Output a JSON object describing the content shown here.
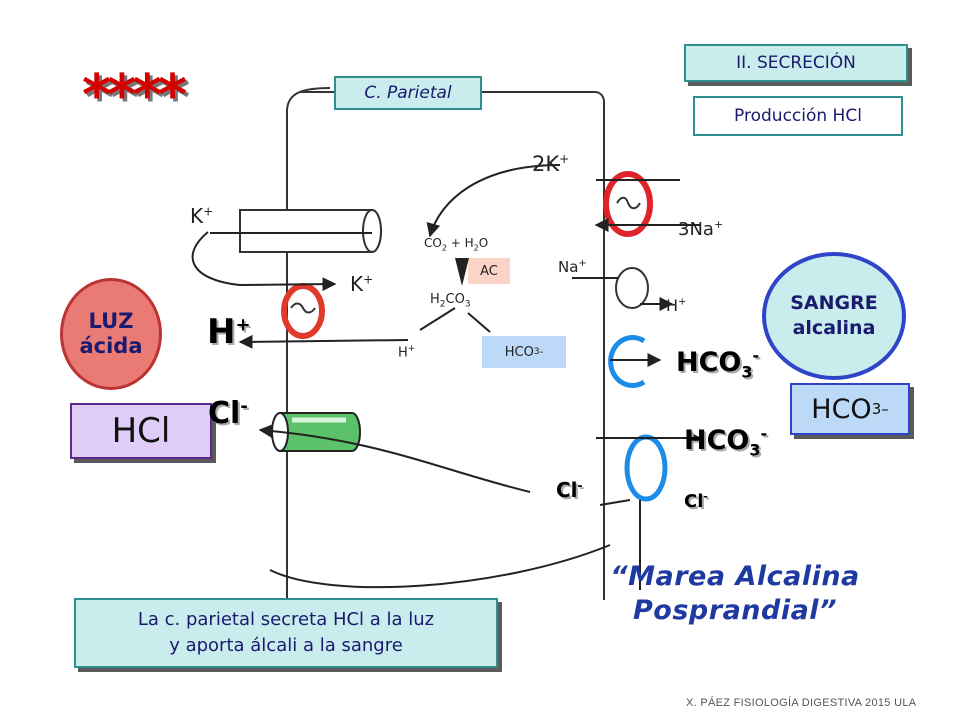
{
  "title": {
    "section": "II. SECRECIÓN",
    "subtitle": "Producción HCl",
    "stars": "****"
  },
  "cell": {
    "label": "C. Parietal"
  },
  "lumen": {
    "line1": "LUZ",
    "line2": "ácida",
    "hcl": "HCl",
    "color": "#e97a74"
  },
  "blood": {
    "line1": "SANGRE",
    "line2": "alcalina",
    "hco3": "HCO",
    "hco3_sub": "3",
    "hco3_sup": "–",
    "color": "#2f45c9"
  },
  "reaction": {
    "co2": "CO",
    "co2_sub": "2",
    "plus_h2o": " + H",
    "h2o_sub": "2",
    "h2o_o": "O",
    "ac": "AC",
    "h2co3_a": "H",
    "h2co3_sub1": "2",
    "h2co3_b": "CO",
    "h2co3_sub2": "3",
    "hplus": "H",
    "hplus_sup": "+",
    "hco3": "HCO",
    "hco3_sub": "3",
    "hco3_sup": "-"
  },
  "apical": {
    "h": "H",
    "h_sup": "+",
    "cl": "Cl",
    "cl_sup": "-",
    "k1": "K",
    "k1_sup": "+",
    "k2": "K",
    "k2_sup": "+"
  },
  "basolateral": {
    "k2": "2K",
    "k2_sup": "+",
    "na3": "3Na",
    "na3_sup": "+",
    "na": "Na",
    "na_sup": "+",
    "h": "H",
    "h_sup": "+",
    "hco3_a": "HCO",
    "hco3_a_sub": "3",
    "hco3_a_sup": "-",
    "hco3_b": "HCO",
    "hco3_b_sub": "3",
    "hco3_b_sup": "-",
    "cl_in": "Cl",
    "cl_in_sup": "-",
    "cl_out": "Cl",
    "cl_out_sup": "-"
  },
  "marea": {
    "line1": "“Marea Alcalina",
    "line2": "Posprandial”"
  },
  "summary": {
    "line1": "La c. parietal secreta HCl a la luz",
    "line2": "y aporta álcali a la sangre"
  },
  "footer": {
    "text": "X. PÁEZ  FISIOLOGÍA DIGESTIVA 2015  ULA"
  }
}
